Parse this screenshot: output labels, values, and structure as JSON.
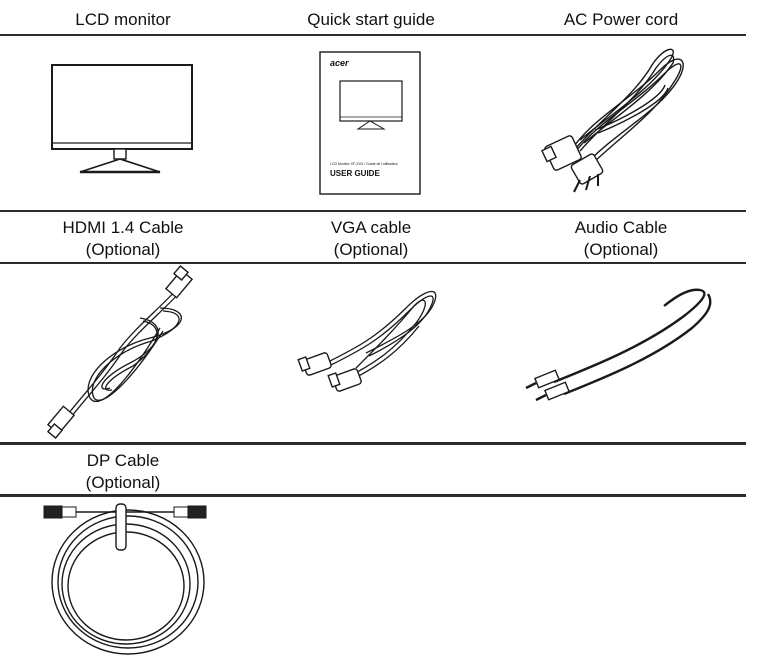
{
  "row1": {
    "col1": {
      "label": "LCD monitor"
    },
    "col2": {
      "label": "Quick start guide",
      "guide_brand": "acer",
      "guide_small_text": "LCD Monitor XF-XXX / Guide de l'utilisateur",
      "guide_title": "USER GUIDE"
    },
    "col3": {
      "label": "AC Power cord"
    }
  },
  "row2": {
    "col1": {
      "line1": "HDMI 1.4 Cable",
      "line2": "(Optional)"
    },
    "col2": {
      "line1": "VGA cable",
      "line2": "(Optional)"
    },
    "col3": {
      "line1": "Audio Cable",
      "line2": "(Optional)"
    }
  },
  "row3": {
    "col1": {
      "line1": "DP Cable",
      "line2": "(Optional)"
    }
  }
}
